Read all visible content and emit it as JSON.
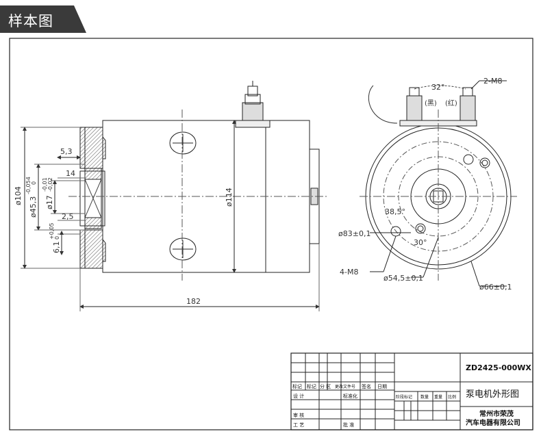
{
  "header": {
    "tag": "样本图"
  },
  "dims": {
    "d53": "5,3",
    "d14": "14",
    "d25": "2,5",
    "d104": "ø104",
    "d453": "ø45,3",
    "d453_tol_up": "-0,054",
    "d453_tol_low": "0",
    "d17": "ø17",
    "d17_tol_up": "-0,01",
    "d17_tol_low": "-0,02",
    "d61": "6,1",
    "d61_tol_up": "+0,05",
    "d61_tol_low": "0",
    "d114": "ø114",
    "d182": "182"
  },
  "end_view": {
    "angle32": "32°",
    "thread2": "2-M8",
    "black": "(黑)",
    "red": "(红)",
    "angle385": "38,5°",
    "angle30": "30°",
    "d83": "ø83±0,1",
    "thread4": "4-M8",
    "d545": "ø54,5±0,1",
    "d66": "ø66±0,1"
  },
  "title_block": {
    "code": "ZD2425-000WX",
    "name": "泵电机外形图",
    "company1": "常州市荣茂",
    "company2": "汽车电器有限公司",
    "row_labels": {
      "mark": "标记",
      "count": "标记",
      "zone": "分 区",
      "change_doc": "更改文件号",
      "sign": "签名",
      "date": "日期"
    },
    "design": "设 计",
    "standard": "标准化",
    "check": "审 核",
    "process": "工 艺",
    "approve": "批 准",
    "stage": "阶段标记",
    "qty": "数量",
    "weight": "重量",
    "scale": "比例"
  }
}
